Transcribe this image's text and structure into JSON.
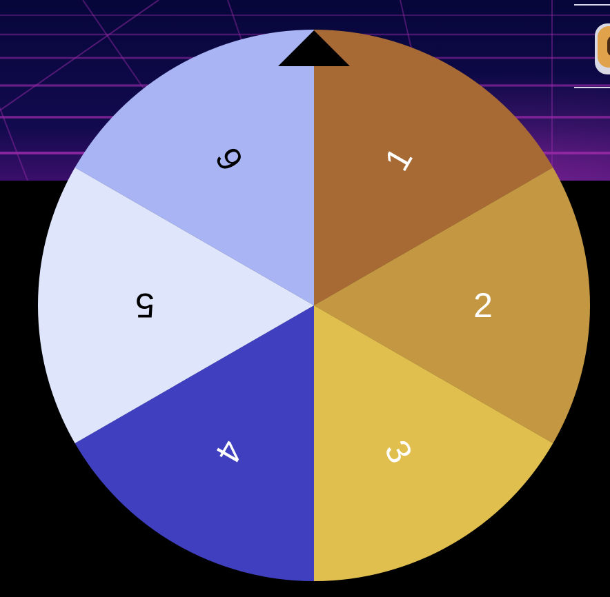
{
  "colors": {
    "background": "#000000",
    "banner_top": "#06063a",
    "banner_bottom": "#3a0f6a",
    "grid_line": "#9a2aa8",
    "pointer": "#000000"
  },
  "wheel": {
    "segments": [
      {
        "label": "1",
        "color": "#a86a35",
        "text_color": "#ffffff"
      },
      {
        "label": "2",
        "color": "#c49842",
        "text_color": "#ffffff"
      },
      {
        "label": "3",
        "color": "#e0bf4e",
        "text_color": "#ffffff"
      },
      {
        "label": "4",
        "color": "#3f3fc0",
        "text_color": "#ffffff"
      },
      {
        "label": "5",
        "color": "#dfe5fb",
        "text_color": "#000000"
      },
      {
        "label": "6",
        "color": "#a8b4f4",
        "text_color": "#000000"
      }
    ]
  },
  "icons": {
    "pointer": "triangle-pointer-icon",
    "avatar": "user-avatar-icon"
  }
}
